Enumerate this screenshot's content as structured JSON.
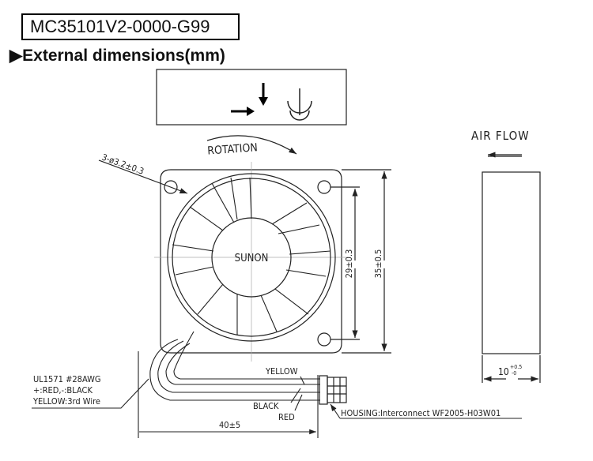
{
  "model_number": "MC35101V2-0000-G99",
  "section_heading": "External dimensions(mm)",
  "heading_marker": "▶",
  "front_view": {
    "rotation_label": "ROTATION",
    "hole_callout": "3-ø3.2±0.3",
    "hub_label": "SUNON",
    "dim_hole_pitch": "29±0.3",
    "dim_outer": "35±0.5"
  },
  "side_view": {
    "airflow_label": "AIR FLOW",
    "dim_thickness": "10",
    "tol_upper": "+0.5",
    "tol_lower": "-0"
  },
  "wiring": {
    "spec_lines": [
      "UL1571  #28AWG",
      "+:RED,-:BLACK",
      "YELLOW:3rd  Wire"
    ],
    "wire_yellow": "YELLOW",
    "wire_black": "BLACK",
    "wire_red": "RED",
    "lead_length": "40±5",
    "housing": "HOUSING:Interconnect  WF2005-H03W01"
  }
}
